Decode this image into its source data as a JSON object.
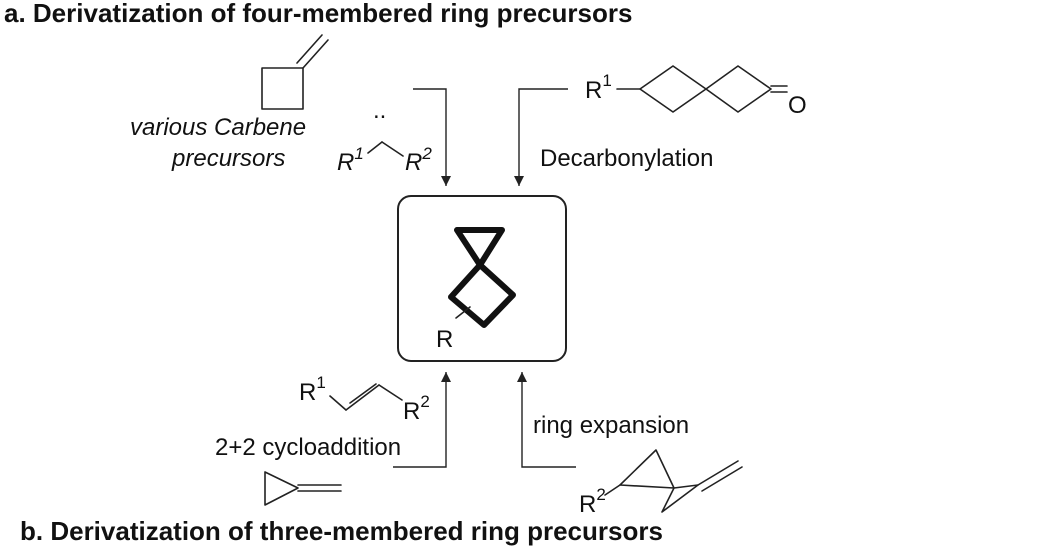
{
  "section_a": {
    "title": "a. Derivatization of four-membered ring precursors"
  },
  "section_b": {
    "title": "b. Derivatization of three-membered ring precursors"
  },
  "carbene": {
    "line1": "various Carbene",
    "line2": "precursors",
    "r1_base": "R",
    "r1_sup": "1",
    "r2_base": "R",
    "r2_sup": "2",
    "lone_pair": ".."
  },
  "decarbonylation": {
    "label": "Decarbonylation",
    "r1_base": "R",
    "r1_sup": "1",
    "oxygen": "O"
  },
  "center": {
    "r_label": "R"
  },
  "cycloaddition": {
    "label": "2+2 cycloaddition",
    "r1_base": "R",
    "r1_sup": "1",
    "r2_base": "R",
    "r2_sup": "2"
  },
  "ring_expansion": {
    "label": "ring expansion",
    "r2_base": "R",
    "r2_sup": "2"
  }
}
